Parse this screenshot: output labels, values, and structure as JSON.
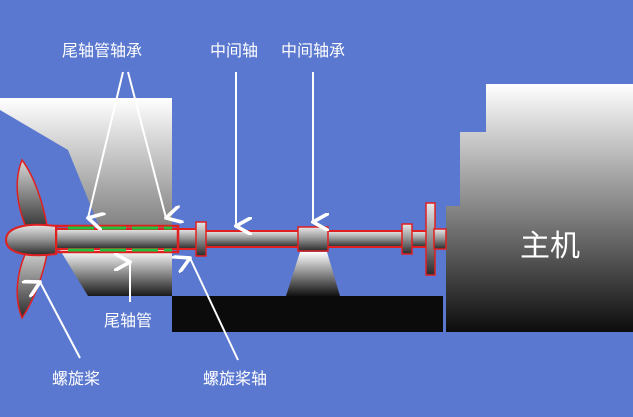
{
  "labels": {
    "stern_tube_bearing": "尾轴管轴承",
    "intermediate_shaft": "中间轴",
    "intermediate_bearing": "中间轴承",
    "main_engine": "主机",
    "stern_tube": "尾轴管",
    "propeller": "螺旋桨",
    "propeller_shaft": "螺旋桨轴"
  },
  "colors": {
    "background": "#5a78cf",
    "hull_dark": "#111111",
    "shaft_outline": "#e02020",
    "bearing_highlight": "#20c040",
    "pointer": "#ffffff"
  }
}
